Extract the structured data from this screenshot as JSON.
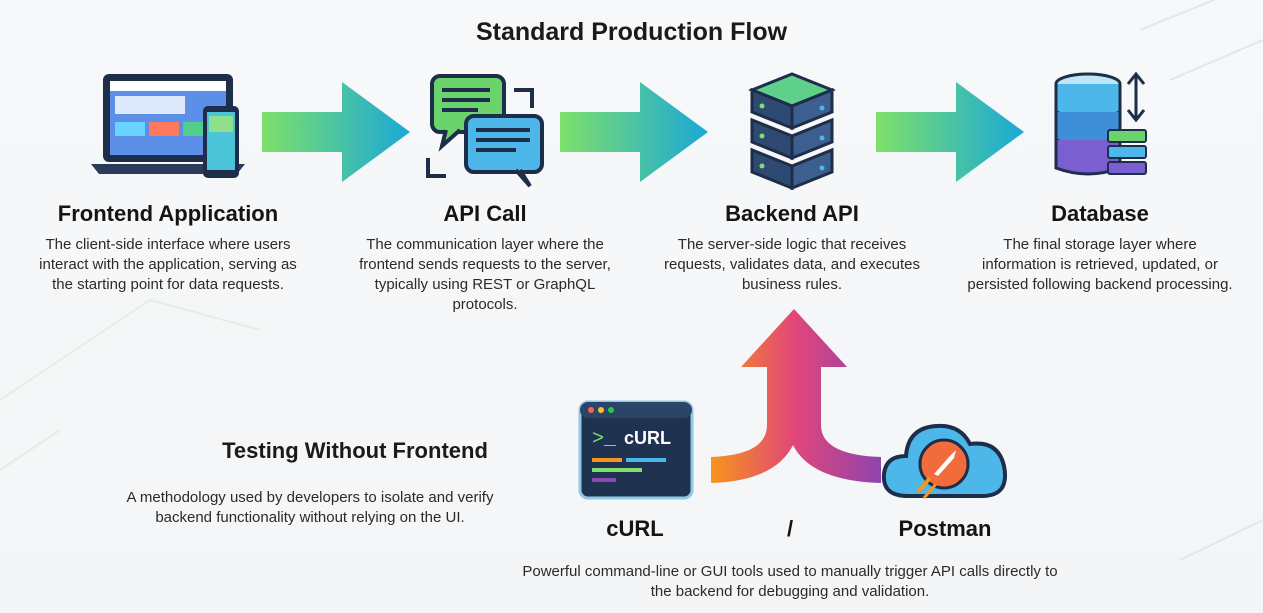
{
  "title": "Standard Production Flow",
  "stages": [
    {
      "name": "Frontend Application",
      "icon": "laptop-phone-icon",
      "description": "The client-side interface where users interact with the application, serving as the starting point for data requests."
    },
    {
      "name": "API Call",
      "icon": "chat-exchange-icon",
      "description": "The communication layer where the frontend sends requests to the server, typically using REST or GraphQL protocols."
    },
    {
      "name": "Backend API",
      "icon": "server-stack-icon",
      "description": "The server-side logic that receives requests, validates data, and executes business rules."
    },
    {
      "name": "Database",
      "icon": "database-icon",
      "description": "The final storage layer where information is retrieved, updated, or persisted following backend processing."
    }
  ],
  "testing": {
    "title": "Testing Without Frontend",
    "description": "A methodology used by developers to isolate and verify backend functionality without relying on the UI.",
    "terminal_text": "cURL",
    "tool1": "cURL",
    "separator": "/",
    "tool2": "Postman",
    "tools_description": "Powerful command-line or GUI tools used to manually trigger API calls directly to the backend for debugging and validation."
  },
  "colors": {
    "arrow_start": "#7ee06a",
    "arrow_end": "#1aa8d8",
    "merge_orange": "#f7941d",
    "merge_purple": "#8e44ad",
    "curl_bg": "#1f3350",
    "postman_orange": "#f26b3a"
  }
}
